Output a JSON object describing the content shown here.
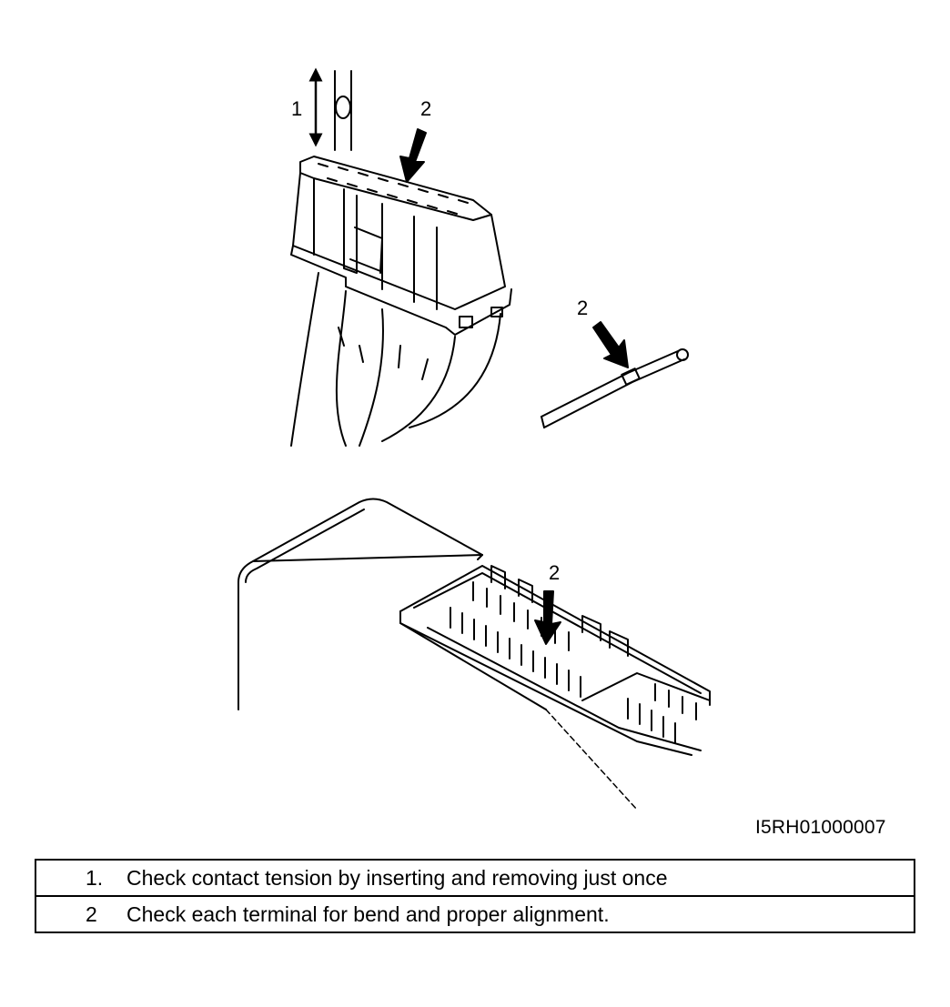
{
  "figure": {
    "callouts": [
      "1",
      "2",
      "2",
      "2"
    ],
    "icons": [
      "double-headed-arrow-icon",
      "pointer-arrow-icon"
    ]
  },
  "reference_code": "I5RH01000007",
  "legend": {
    "rows": [
      {
        "number": "1.",
        "text": "Check contact tension by inserting and removing just once"
      },
      {
        "number": "2",
        "text": "Check each terminal for bend and proper alignment."
      }
    ]
  }
}
